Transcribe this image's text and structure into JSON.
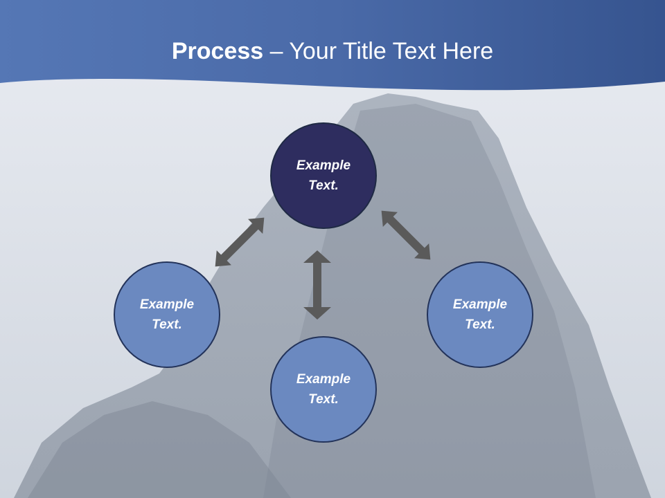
{
  "title": {
    "bold": "Process",
    "rest": " – Your Title Text Here"
  },
  "colors": {
    "header": "#4a6aa8",
    "center_node": "#2e2d5f",
    "outer_node": "#6b89c0",
    "arrow": "#5a5a5a"
  },
  "nodes": [
    {
      "text": "Example Text."
    },
    {
      "text": "Example Text."
    },
    {
      "text": "Example Text."
    },
    {
      "text": "Example Text."
    }
  ]
}
